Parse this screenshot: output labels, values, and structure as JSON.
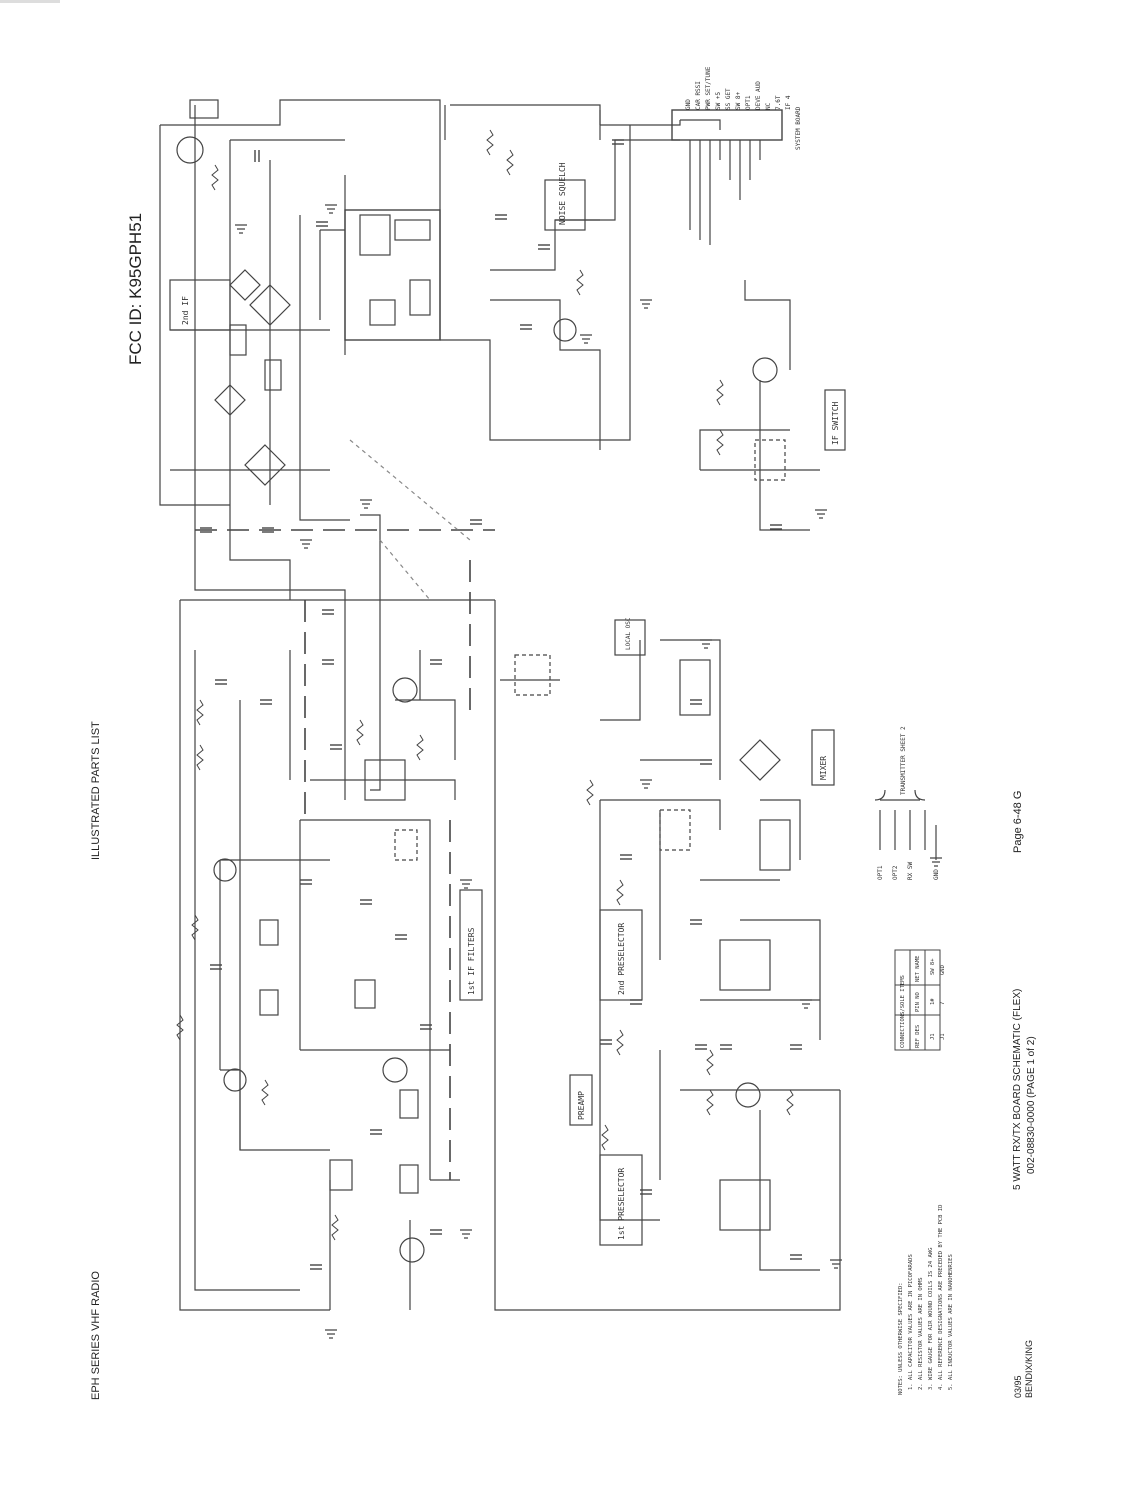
{
  "header": {
    "fcc_id": "FCC ID: K95GPH51",
    "section": "ILLUSTRATED PARTS LIST",
    "series": "EPH SERIES VHF RADIO"
  },
  "footer": {
    "title_line1": "5 WATT RX/TX BOARD SCHEMATIC (FLEX)",
    "title_line2": "002-08830-0000  (PAGE 1 of 2)",
    "page": "Page 6-48 G",
    "date": "03/95",
    "publisher": "BENDIX/KING"
  },
  "blocks": {
    "second_if": "2nd IF",
    "squelch": "NOISE SQUELCH",
    "if_switch": "IF SWITCH",
    "first_if_filters": "1st IF FILTERS",
    "mixer": "MIXER",
    "second_preselector": "2nd PRESELECTOR",
    "preamp": "PREAMP",
    "first_preselector": "1st PRESELECTOR",
    "system_board": "SYSTEM BOARD",
    "to_xmtr_sheet2": "TRANSMITTER SHEET 2"
  },
  "connectors": {
    "j2_pins": [
      "GND",
      "CAR RSSI",
      "PWR SET/TUNE",
      "SW +5",
      "SS GET",
      "SW 8+",
      "OPT1",
      "DEVE AUD",
      "NC",
      "7.6T",
      "IF 4"
    ],
    "local_osc": "LOCAL OSC",
    "opt_labels": [
      "OPT1",
      "OPT2",
      "RX SW",
      "GND"
    ]
  },
  "notes": {
    "heading": "NOTES: UNLESS OTHERWISE SPECIFIED:",
    "items": [
      "1. ALL CAPACITOR VALUES ARE IN PICOFARADS",
      "2. ALL RESISTOR VALUES ARE IN OHMS",
      "3. WIRE GAUGE FOR AIR WOUND COILS IS 24 AWG",
      "4. ALL REFERENCE DESIGNATIONS ARE PRECEDED BY THE PCB ID",
      "5. ALL INDUCTOR VALUES ARE IN NANOHENRIES"
    ]
  },
  "connection_table": {
    "title": "CONNECTIONS/SOLE ITEMS",
    "headers": [
      "REF DES",
      "PIN NO",
      "NET NAME"
    ],
    "rows": [
      [
        "J1",
        "1#",
        "SW 8+"
      ],
      [
        "J1",
        "7",
        "GND"
      ]
    ]
  }
}
